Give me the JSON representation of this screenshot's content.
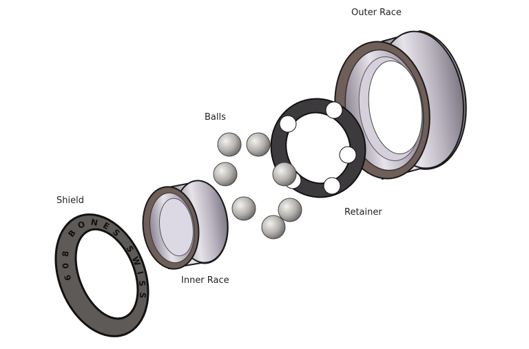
{
  "labels": {
    "outer_race": "Outer Race",
    "balls": "Balls",
    "retainer": "Retainer",
    "shield": "Shield",
    "inner_race": "Inner Race"
  },
  "shield_marking": "608 BONES SWISS",
  "colors": {
    "shield": "#5e5a58",
    "metal": "#c9c4cc",
    "metal_dark": "#8f8a93",
    "retainer": "#3c3a3c",
    "ball": "#b8b6b4",
    "outline": "#1a1a1a"
  }
}
